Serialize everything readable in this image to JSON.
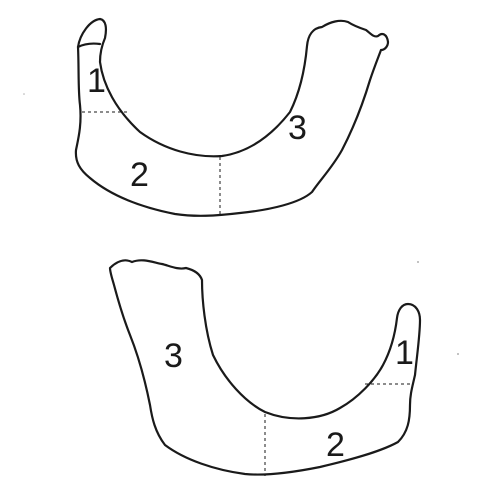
{
  "top_figure": {
    "labels": {
      "region_1": "1",
      "region_2": "2",
      "region_3": "3"
    }
  },
  "bottom_figure": {
    "labels": {
      "region_1": "1",
      "region_2": "2",
      "region_3": "3"
    }
  },
  "colors": {
    "outline": "#1a1a1a",
    "fill": "#ffffff",
    "background": "#ffffff"
  }
}
